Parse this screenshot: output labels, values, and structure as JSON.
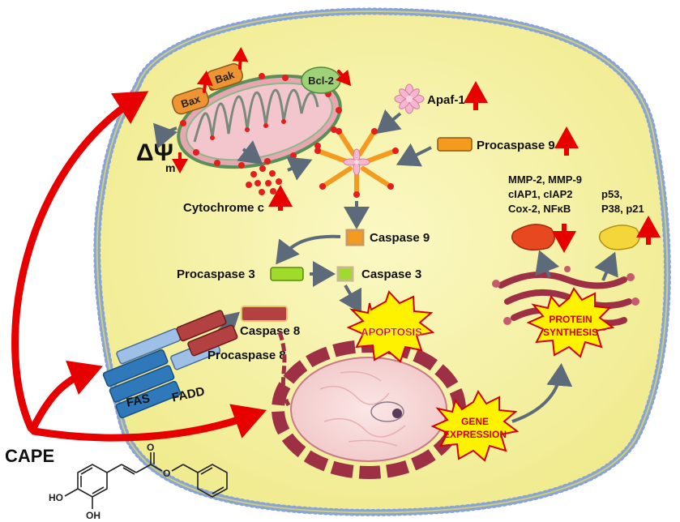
{
  "drug": {
    "name": "CAPE"
  },
  "mitochondrion": {
    "bax_label": "Bax",
    "bak_label": "Bak",
    "bcl2_label": "Bcl-2",
    "potential_symbol": "ΔΨ",
    "potential_subscript": "m"
  },
  "apoptosome": {
    "apaf_label": "Apaf-1",
    "procaspase9_label": "Procaspase 9",
    "cytochrome_label": "Cytochrome c",
    "caspase9_label": "Caspase 9"
  },
  "caspases": {
    "procaspase3_label": "Procaspase 3",
    "caspase3_label": "Caspase 3",
    "caspase8_label": "Caspase 8",
    "procaspase8_label": "Procaspase 8"
  },
  "receptor": {
    "fas_label": "FAS",
    "fadd_label": "FADD"
  },
  "outcomes": {
    "apoptosis_line1": "APOPTOSIS",
    "gene_line1": "GENE",
    "gene_line2": "EXPRESSION",
    "protein_line1": "PROTEIN",
    "protein_line2": "SYNTHESIS"
  },
  "proteins": {
    "down_line1": "MMP-2, MMP-9",
    "down_line2": "cIAP1, cIAP2",
    "down_line3": "Cox-2, NFκB",
    "up_line1": "p53,",
    "up_line2": "P38, p21"
  },
  "structure": {
    "oh1": "HO",
    "oh2": "OH",
    "o1": "O",
    "o2": "O"
  },
  "colors": {
    "cytoplasm": "#f7f3a6",
    "membrane": "#8aa3d6",
    "signal_arrow": "#e60000",
    "pathway_arrow": "#5d6a7a",
    "burst_fill": "#fff200",
    "burst_text": "#d40000"
  }
}
